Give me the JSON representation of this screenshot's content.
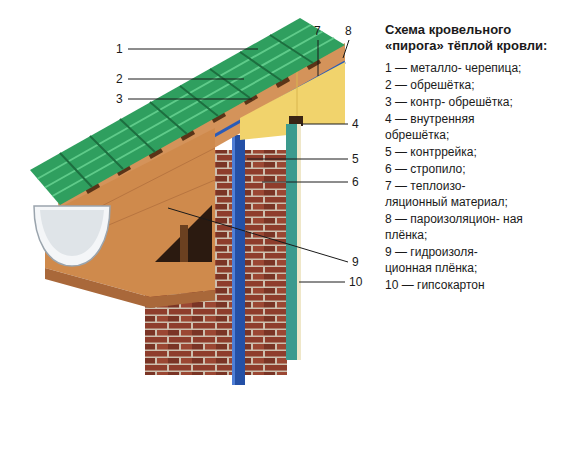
{
  "diagram": {
    "title": "Схема кровельного «пирога» тёплой кровли:",
    "labels": [
      "1",
      "2",
      "3",
      "7",
      "8",
      "4",
      "5",
      "6",
      "9",
      "10",
      "1 — металло- черепица;",
      "2 — обрешётка;",
      "3 — контр- обрешётка;",
      "4 — внутренняя обрешётка;",
      "5 — контррейка;",
      "6 — стропило;",
      "7 — теплоизо- ляционный материал;",
      "8 — пароизоляцион- ная плёнка;",
      "9 — гидроизоля- ционная плёнка;",
      "10 — гипсокартон"
    ]
  }
}
